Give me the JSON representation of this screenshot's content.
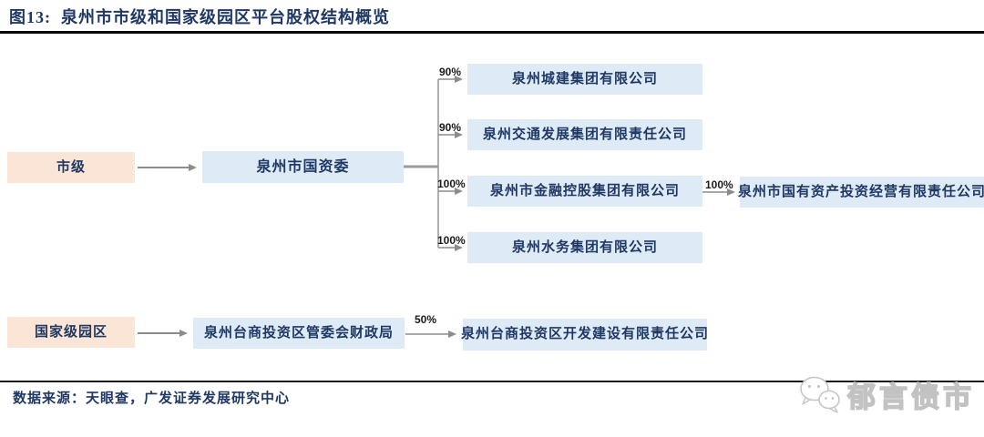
{
  "title": "图13:  泉州市市级和国家级园区平台股权结构概览",
  "colors": {
    "title_navy": "#1F3864",
    "box_text_navy": "#1F3864",
    "box_pink": "#FBE5D6",
    "box_blue": "#DEEBF7",
    "connector_gray": "#8c8c8c",
    "rule_black": "#0a0a0a",
    "watermark_gray": "#c2c2c2"
  },
  "nodes": {
    "shiji": {
      "label": "市级"
    },
    "guoziwei": {
      "label": "泉州市国资委"
    },
    "chengjian": {
      "label": "泉州城建集团有限公司"
    },
    "jiaotong": {
      "label": "泉州交通发展集团有限责任公司"
    },
    "jinkong": {
      "label": "泉州市金融控股集团有限公司"
    },
    "shuiwu": {
      "label": "泉州水务集团有限公司"
    },
    "guoyouzichan": {
      "label": "泉州市国有资产投资经营有限责任公司"
    },
    "guojiaji": {
      "label": "国家级园区"
    },
    "caizhengju": {
      "label": "泉州台商投资区管委会财政局"
    },
    "kaifa": {
      "label": "泉州台商投资区开发建设有限责任公司"
    }
  },
  "edges": {
    "guoziwei_chengjian": "90%",
    "guoziwei_jiaotong": "90%",
    "guoziwei_jinkong": "100%",
    "guoziwei_shuiwu": "100%",
    "jinkong_guoyouzichan": "100%",
    "caizhengju_kaifa": "50%"
  },
  "source": "数据来源：天眼查，广发证券发展研究中心",
  "watermark": {
    "icon": "wechat-icon",
    "text": "郁言债市"
  }
}
